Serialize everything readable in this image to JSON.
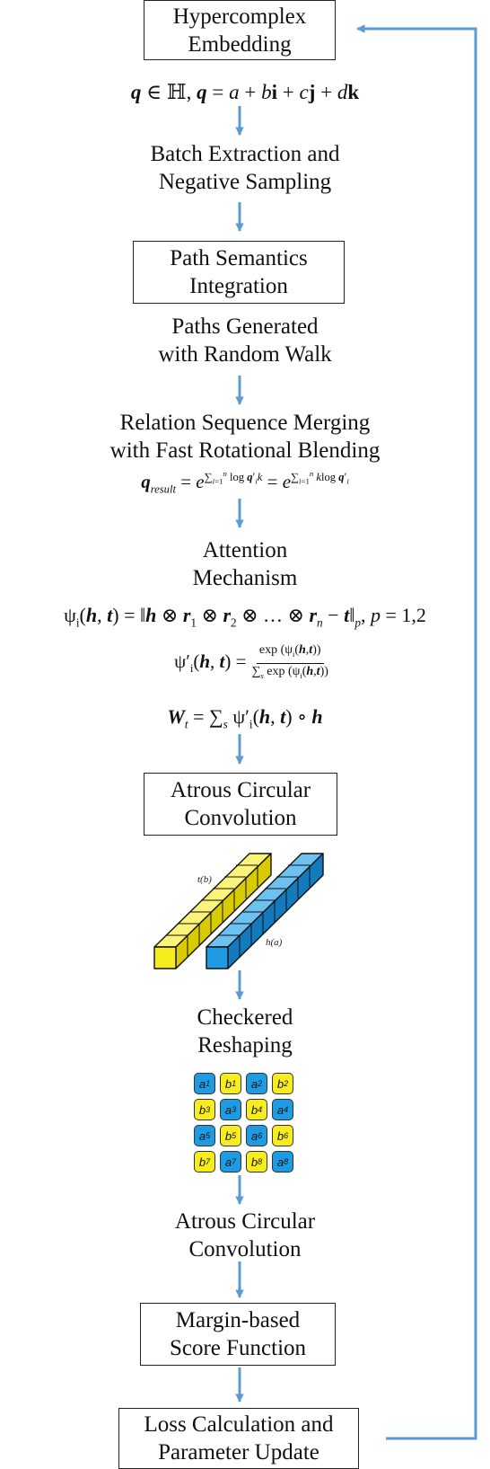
{
  "nodes": [
    {
      "id": "hypercomplex-embedding",
      "label": "Hypercomplex\nEmbedding",
      "boxed": true
    },
    {
      "id": "batch-extraction",
      "label": "Batch Extraction and\nNegative Sampling",
      "boxed": false
    },
    {
      "id": "path-semantics",
      "label": "Path Semantics\nIntegration",
      "boxed": true
    },
    {
      "id": "paths-generated",
      "label": "Paths Generated\nwith Random Walk",
      "boxed": false
    },
    {
      "id": "relation-merging",
      "label": "Relation Sequence Merging\nwith Fast Rotational Blending",
      "boxed": false
    },
    {
      "id": "attention",
      "label": "Attention\nMechanism",
      "boxed": false
    },
    {
      "id": "atrous-1",
      "label": "Atrous Circular\nConvolution",
      "boxed": true
    },
    {
      "id": "checkered",
      "label": "Checkered\nReshaping",
      "boxed": false
    },
    {
      "id": "atrous-2",
      "label": "Atrous Circular\nConvolution",
      "boxed": false
    },
    {
      "id": "margin",
      "label": "Margin-based\nScore Function",
      "boxed": true
    },
    {
      "id": "loss",
      "label": "Loss Calculation and\nParameter Update",
      "boxed": true
    }
  ],
  "cube_labels": {
    "yellow": "t(b)",
    "blue": "h(a)"
  },
  "grid": [
    [
      {
        "l": "a",
        "s": "1",
        "c": "blue"
      },
      {
        "l": "b",
        "s": "1",
        "c": "yellow"
      },
      {
        "l": "a",
        "s": "2",
        "c": "blue"
      },
      {
        "l": "b",
        "s": "2",
        "c": "yellow"
      }
    ],
    [
      {
        "l": "b",
        "s": "3",
        "c": "yellow"
      },
      {
        "l": "a",
        "s": "3",
        "c": "blue"
      },
      {
        "l": "b",
        "s": "4",
        "c": "yellow"
      },
      {
        "l": "a",
        "s": "4",
        "c": "blue"
      }
    ],
    [
      {
        "l": "a",
        "s": "5",
        "c": "blue"
      },
      {
        "l": "b",
        "s": "5",
        "c": "yellow"
      },
      {
        "l": "a",
        "s": "6",
        "c": "blue"
      },
      {
        "l": "b",
        "s": "6",
        "c": "yellow"
      }
    ],
    [
      {
        "l": "b",
        "s": "7",
        "c": "yellow"
      },
      {
        "l": "a",
        "s": "7",
        "c": "blue"
      },
      {
        "l": "b",
        "s": "8",
        "c": "yellow"
      },
      {
        "l": "a",
        "s": "8",
        "c": "blue"
      }
    ]
  ],
  "colors": {
    "arrow": "#5b9bd5",
    "yellow": "#f6ec1e",
    "blue": "#1d9be3"
  }
}
